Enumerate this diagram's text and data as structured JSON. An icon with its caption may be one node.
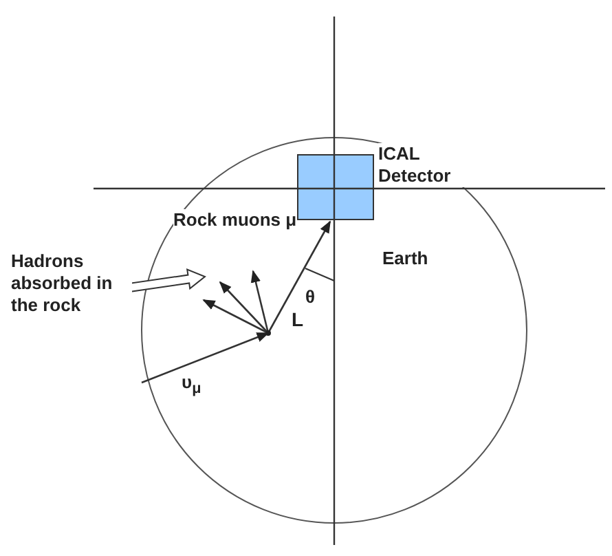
{
  "diagram": {
    "nodes": [
      {
        "text": [
          "ICAL Detector"
        ]
      },
      {
        "text": [],
        "shape": "point"
      },
      {
        "text": [
          "Hadrons absorbed in the rock"
        ]
      }
    ],
    "edges": [
      {
        "from": null,
        "to": 1,
        "arrow": "to"
      },
      {
        "from": 1,
        "to": 0,
        "arrow": "to",
        "label": "L"
      },
      {
        "from": 1,
        "to": null,
        "arrow": "to"
      },
      {
        "from": 1,
        "to": null,
        "arrow": "to"
      },
      {
        "from": 1,
        "to": null,
        "arrow": "to"
      },
      {
        "from": 2,
        "to": null,
        "arrow": "to",
        "style": "thick"
      }
    ],
    "labels": [
      "Rock muons μ",
      "θ",
      "Earth",
      "υ$_{μ}$"
    ]
  }
}
